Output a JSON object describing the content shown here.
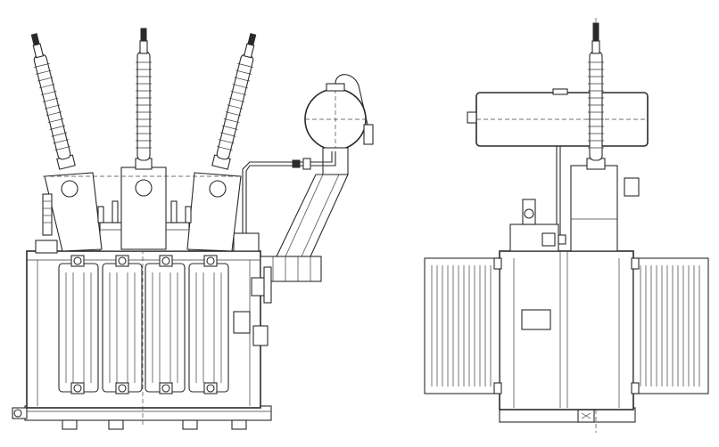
{
  "drawing": {
    "views": [
      "front-view",
      "side-view"
    ],
    "front_bushing_count": 3,
    "side_bushing_count": 1,
    "radiator_panel_count": 4,
    "line_color": "#2a2a2a",
    "background": "#ffffff"
  }
}
